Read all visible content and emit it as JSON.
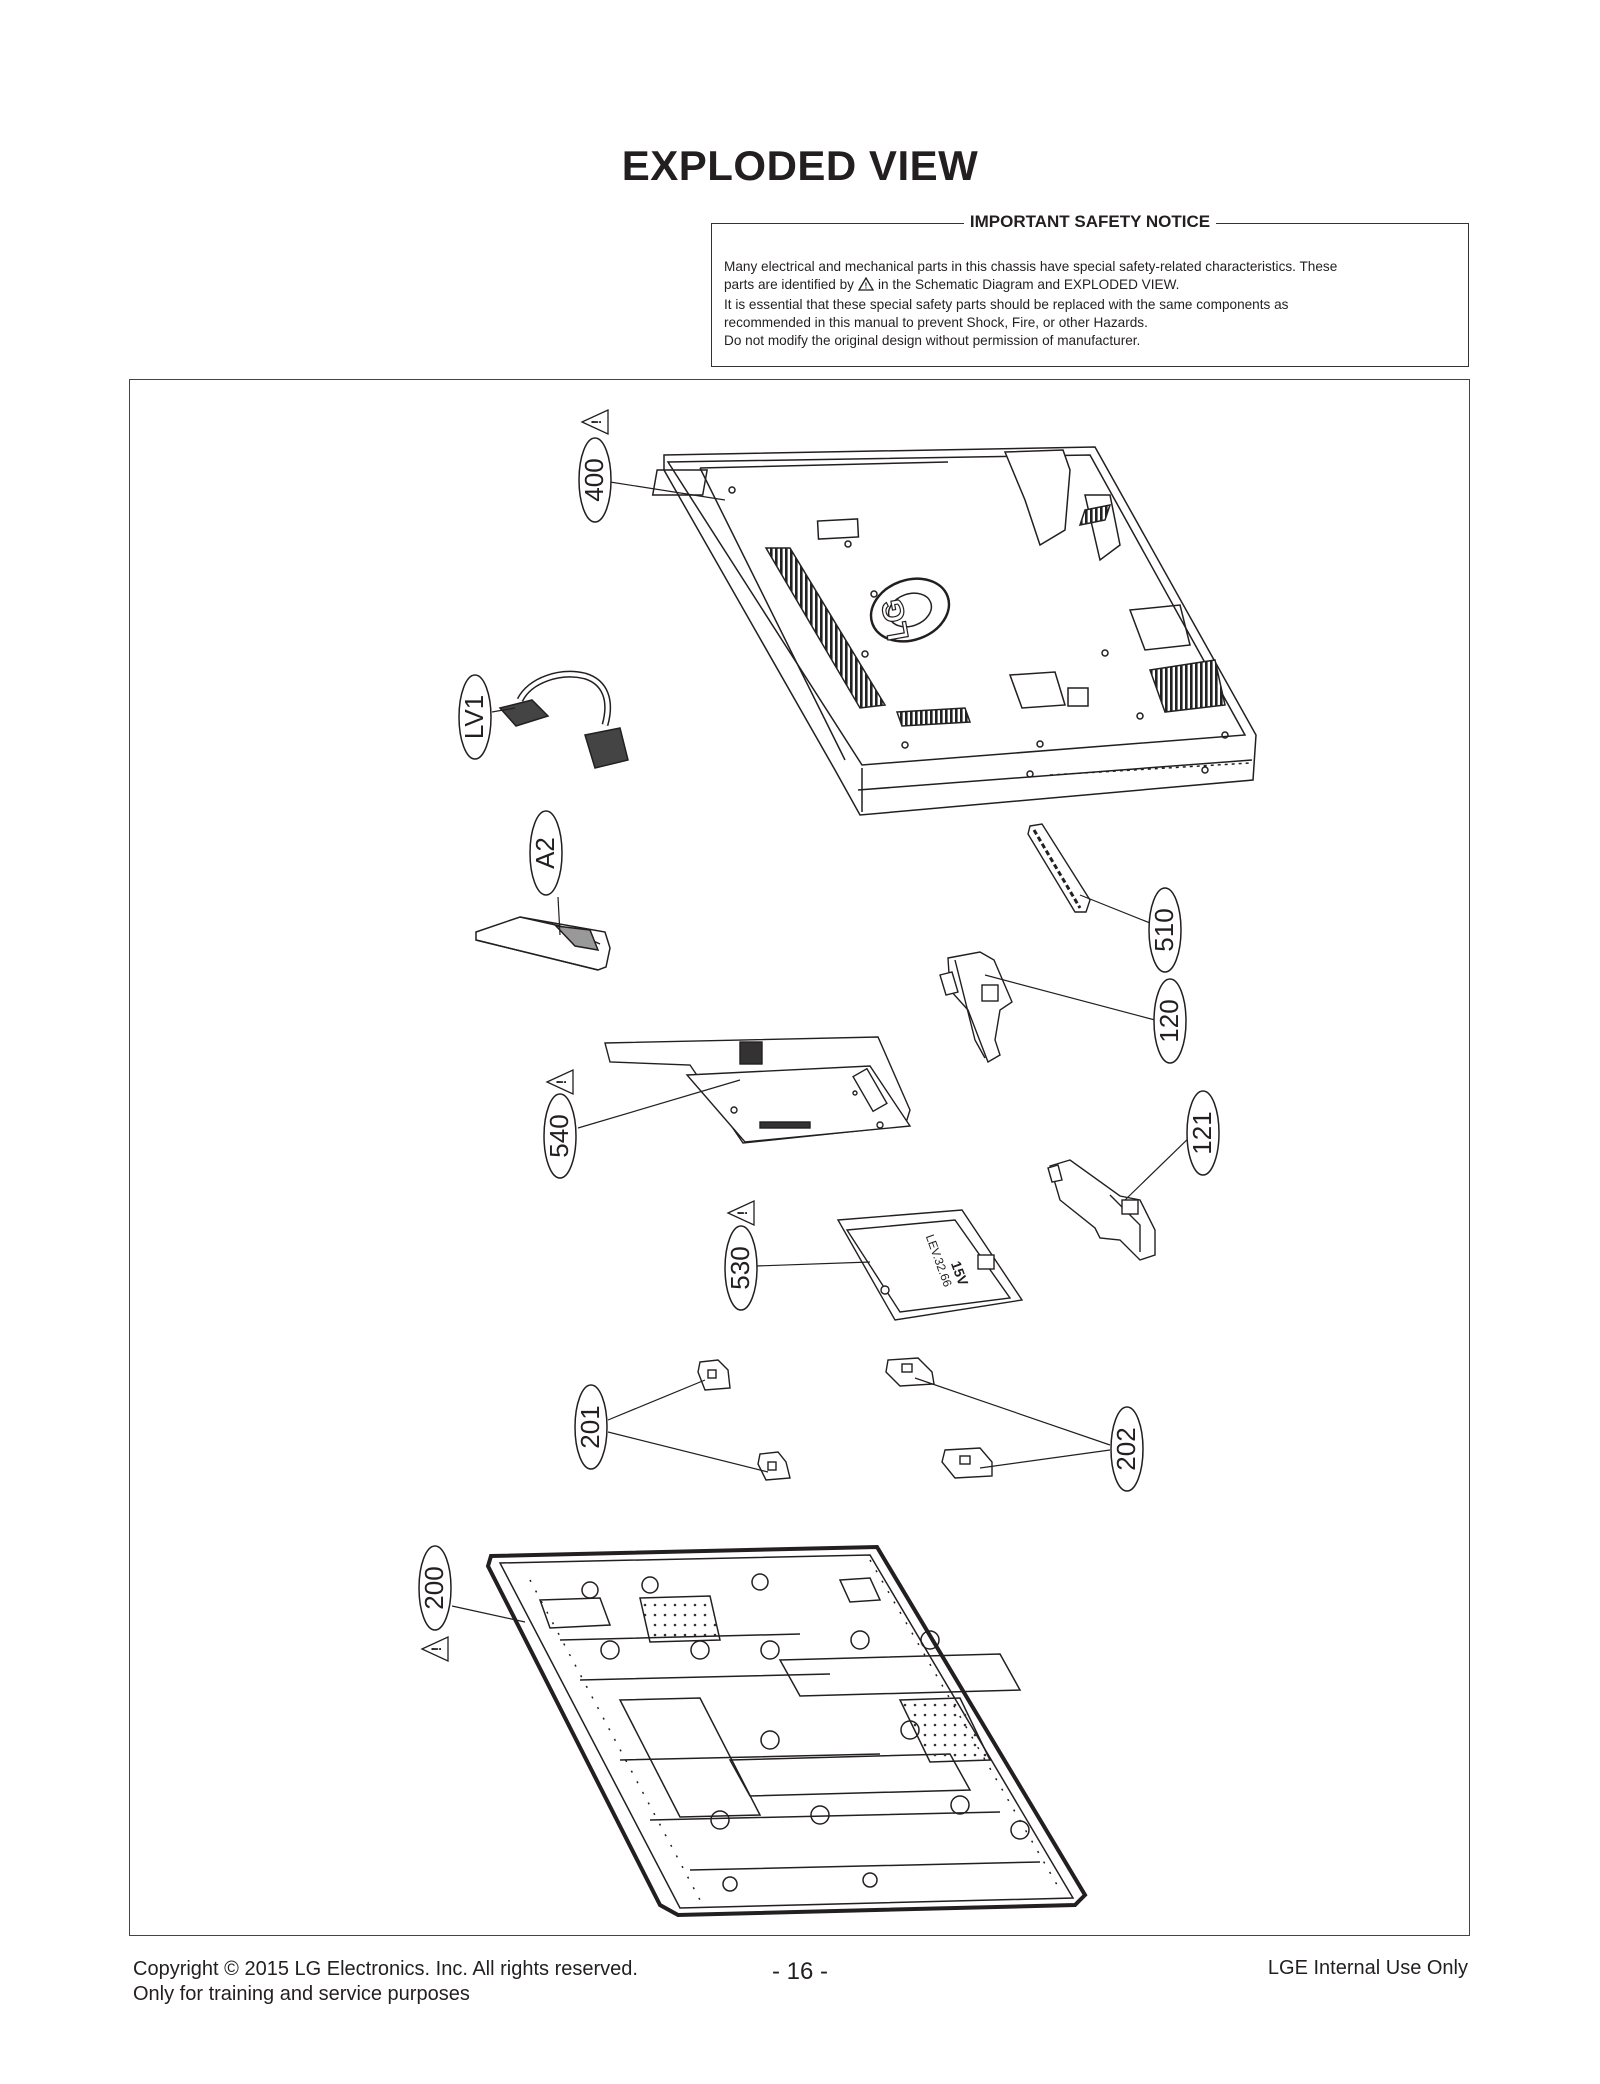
{
  "page": {
    "title": "EXPLODED VIEW"
  },
  "notice": {
    "heading": "IMPORTANT SAFETY NOTICE",
    "line1": "Many electrical and mechanical parts in this chassis have special safety-related characteristics. These",
    "line2a": "parts are identified by",
    "line2b": "in the Schematic Diagram and EXPLODED VIEW.",
    "line3": "It is essential that these special safety parts should be replaced with the same components as",
    "line4": "recommended in this manual to prevent Shock, Fire, or other Hazards.",
    "line5": "Do not modify the original design without permission of manufacturer."
  },
  "parts": {
    "p400": "400",
    "plv1": "LV1",
    "pa2": "A2",
    "p510": "510",
    "p120": "120",
    "p540": "540",
    "p121": "121",
    "p530": "530",
    "p201": "201",
    "p202": "202",
    "p200": "200"
  },
  "drawing_text": {
    "logo": "LG",
    "psu_label_1": "LEV.32.66",
    "psu_label_2": "15V"
  },
  "footer": {
    "copyright": "Copyright  © 2015  LG Electronics. Inc. All rights reserved.",
    "purpose": "Only for training and service purposes",
    "page_number": "- 16 -",
    "internal": "LGE Internal Use Only"
  },
  "colors": {
    "ink": "#231f20",
    "panel": "#ffffff"
  }
}
